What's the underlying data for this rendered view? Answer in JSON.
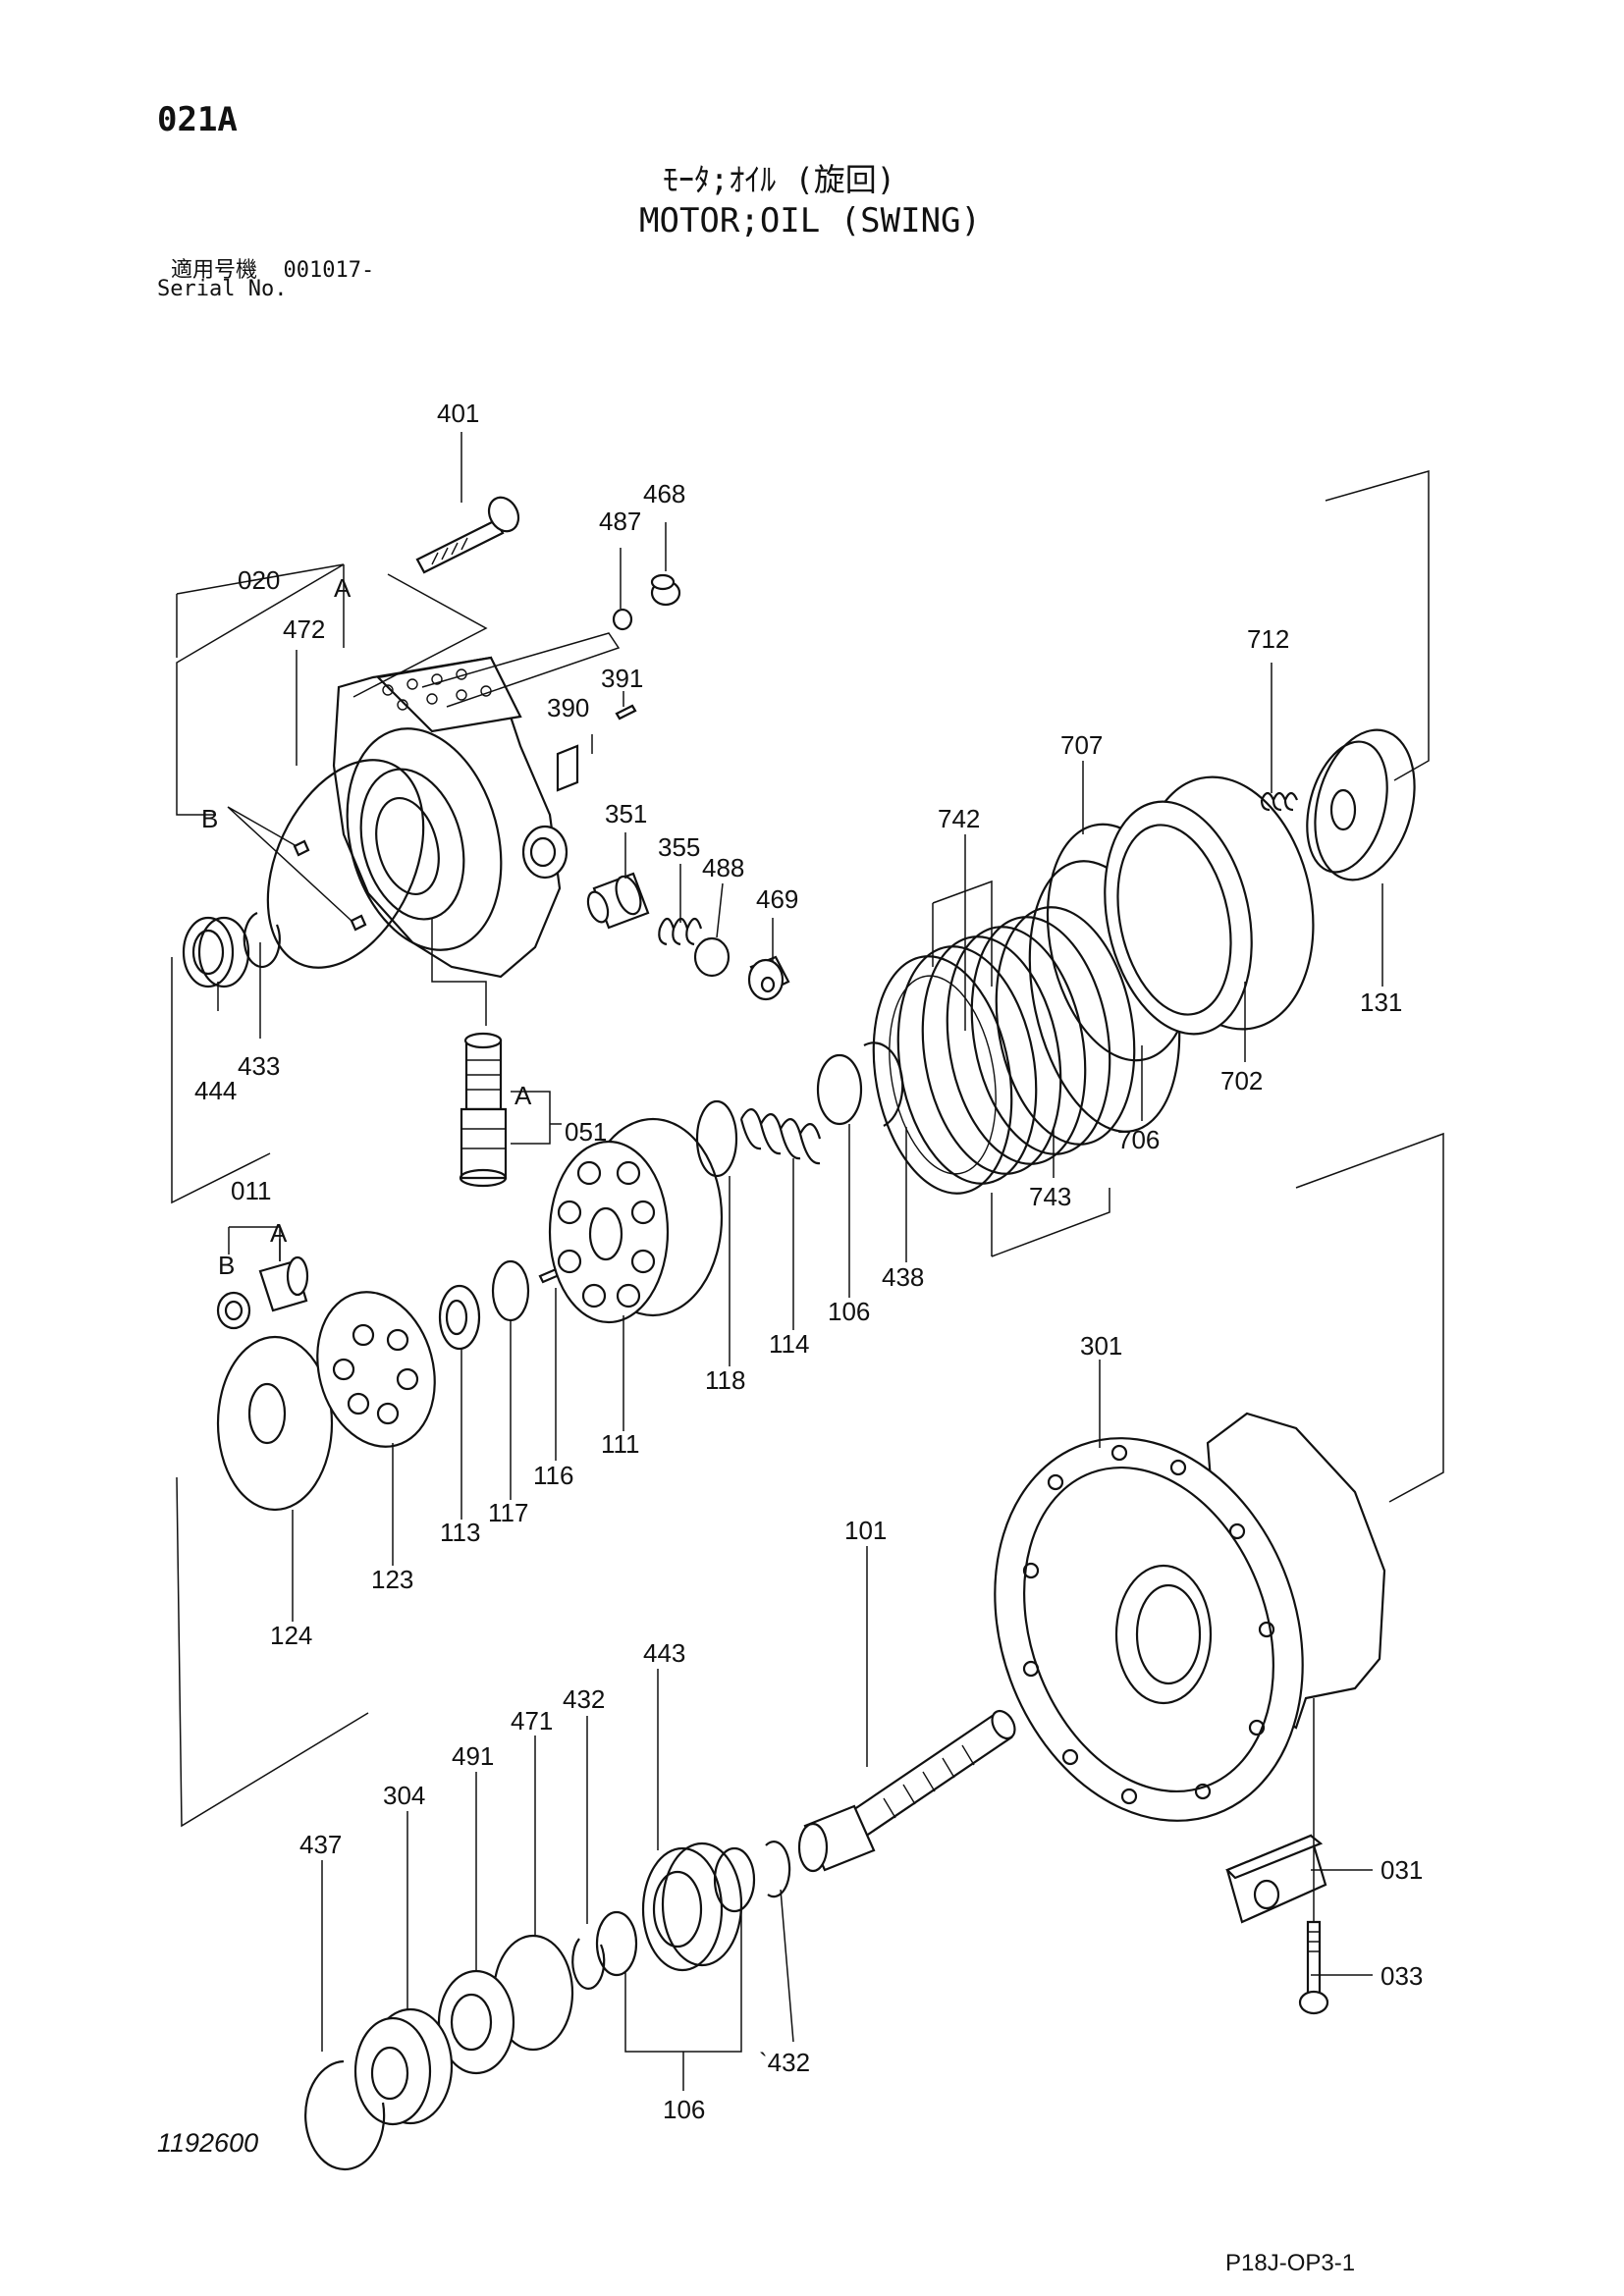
{
  "header": {
    "diagram_code": "021A",
    "title_jp": "ﾓｰﾀ;ｵｲﾙ (旋回)",
    "title_en": "MOTOR;OIL (SWING)",
    "serial_label_jp": "適用号機",
    "serial_value": "001017-",
    "serial_label_en": "Serial No."
  },
  "footer": {
    "illustration_id": "1192600",
    "page_ref": "P18J-OP3-1"
  },
  "callouts": {
    "p401": "401",
    "p468": "468",
    "p487": "487",
    "p020": "020",
    "pA1": "A",
    "p472": "472",
    "p391": "391",
    "p390": "390",
    "p712": "712",
    "p707": "707",
    "p742": "742",
    "pB1": "B",
    "p351": "351",
    "p355": "355",
    "p488": "488",
    "p469": "469",
    "p131": "131",
    "p444": "444",
    "p433": "433",
    "pA2": "A",
    "p051": "051",
    "p702": "702",
    "p706": "706",
    "p743": "743",
    "p011": "011",
    "pA3": "A",
    "pB2": "B",
    "p438": "438",
    "p106a": "106",
    "p118": "118",
    "p114": "114",
    "p111": "111",
    "p116": "116",
    "p117": "117",
    "p113": "113",
    "p123": "123",
    "p124": "124",
    "p301": "301",
    "p101": "101",
    "p443": "443",
    "p432a": "432",
    "p471": "471",
    "p491": "491",
    "p304": "304",
    "p437": "437",
    "p031": "031",
    "p033": "033",
    "p432b": "`432",
    "p106b": "106"
  }
}
